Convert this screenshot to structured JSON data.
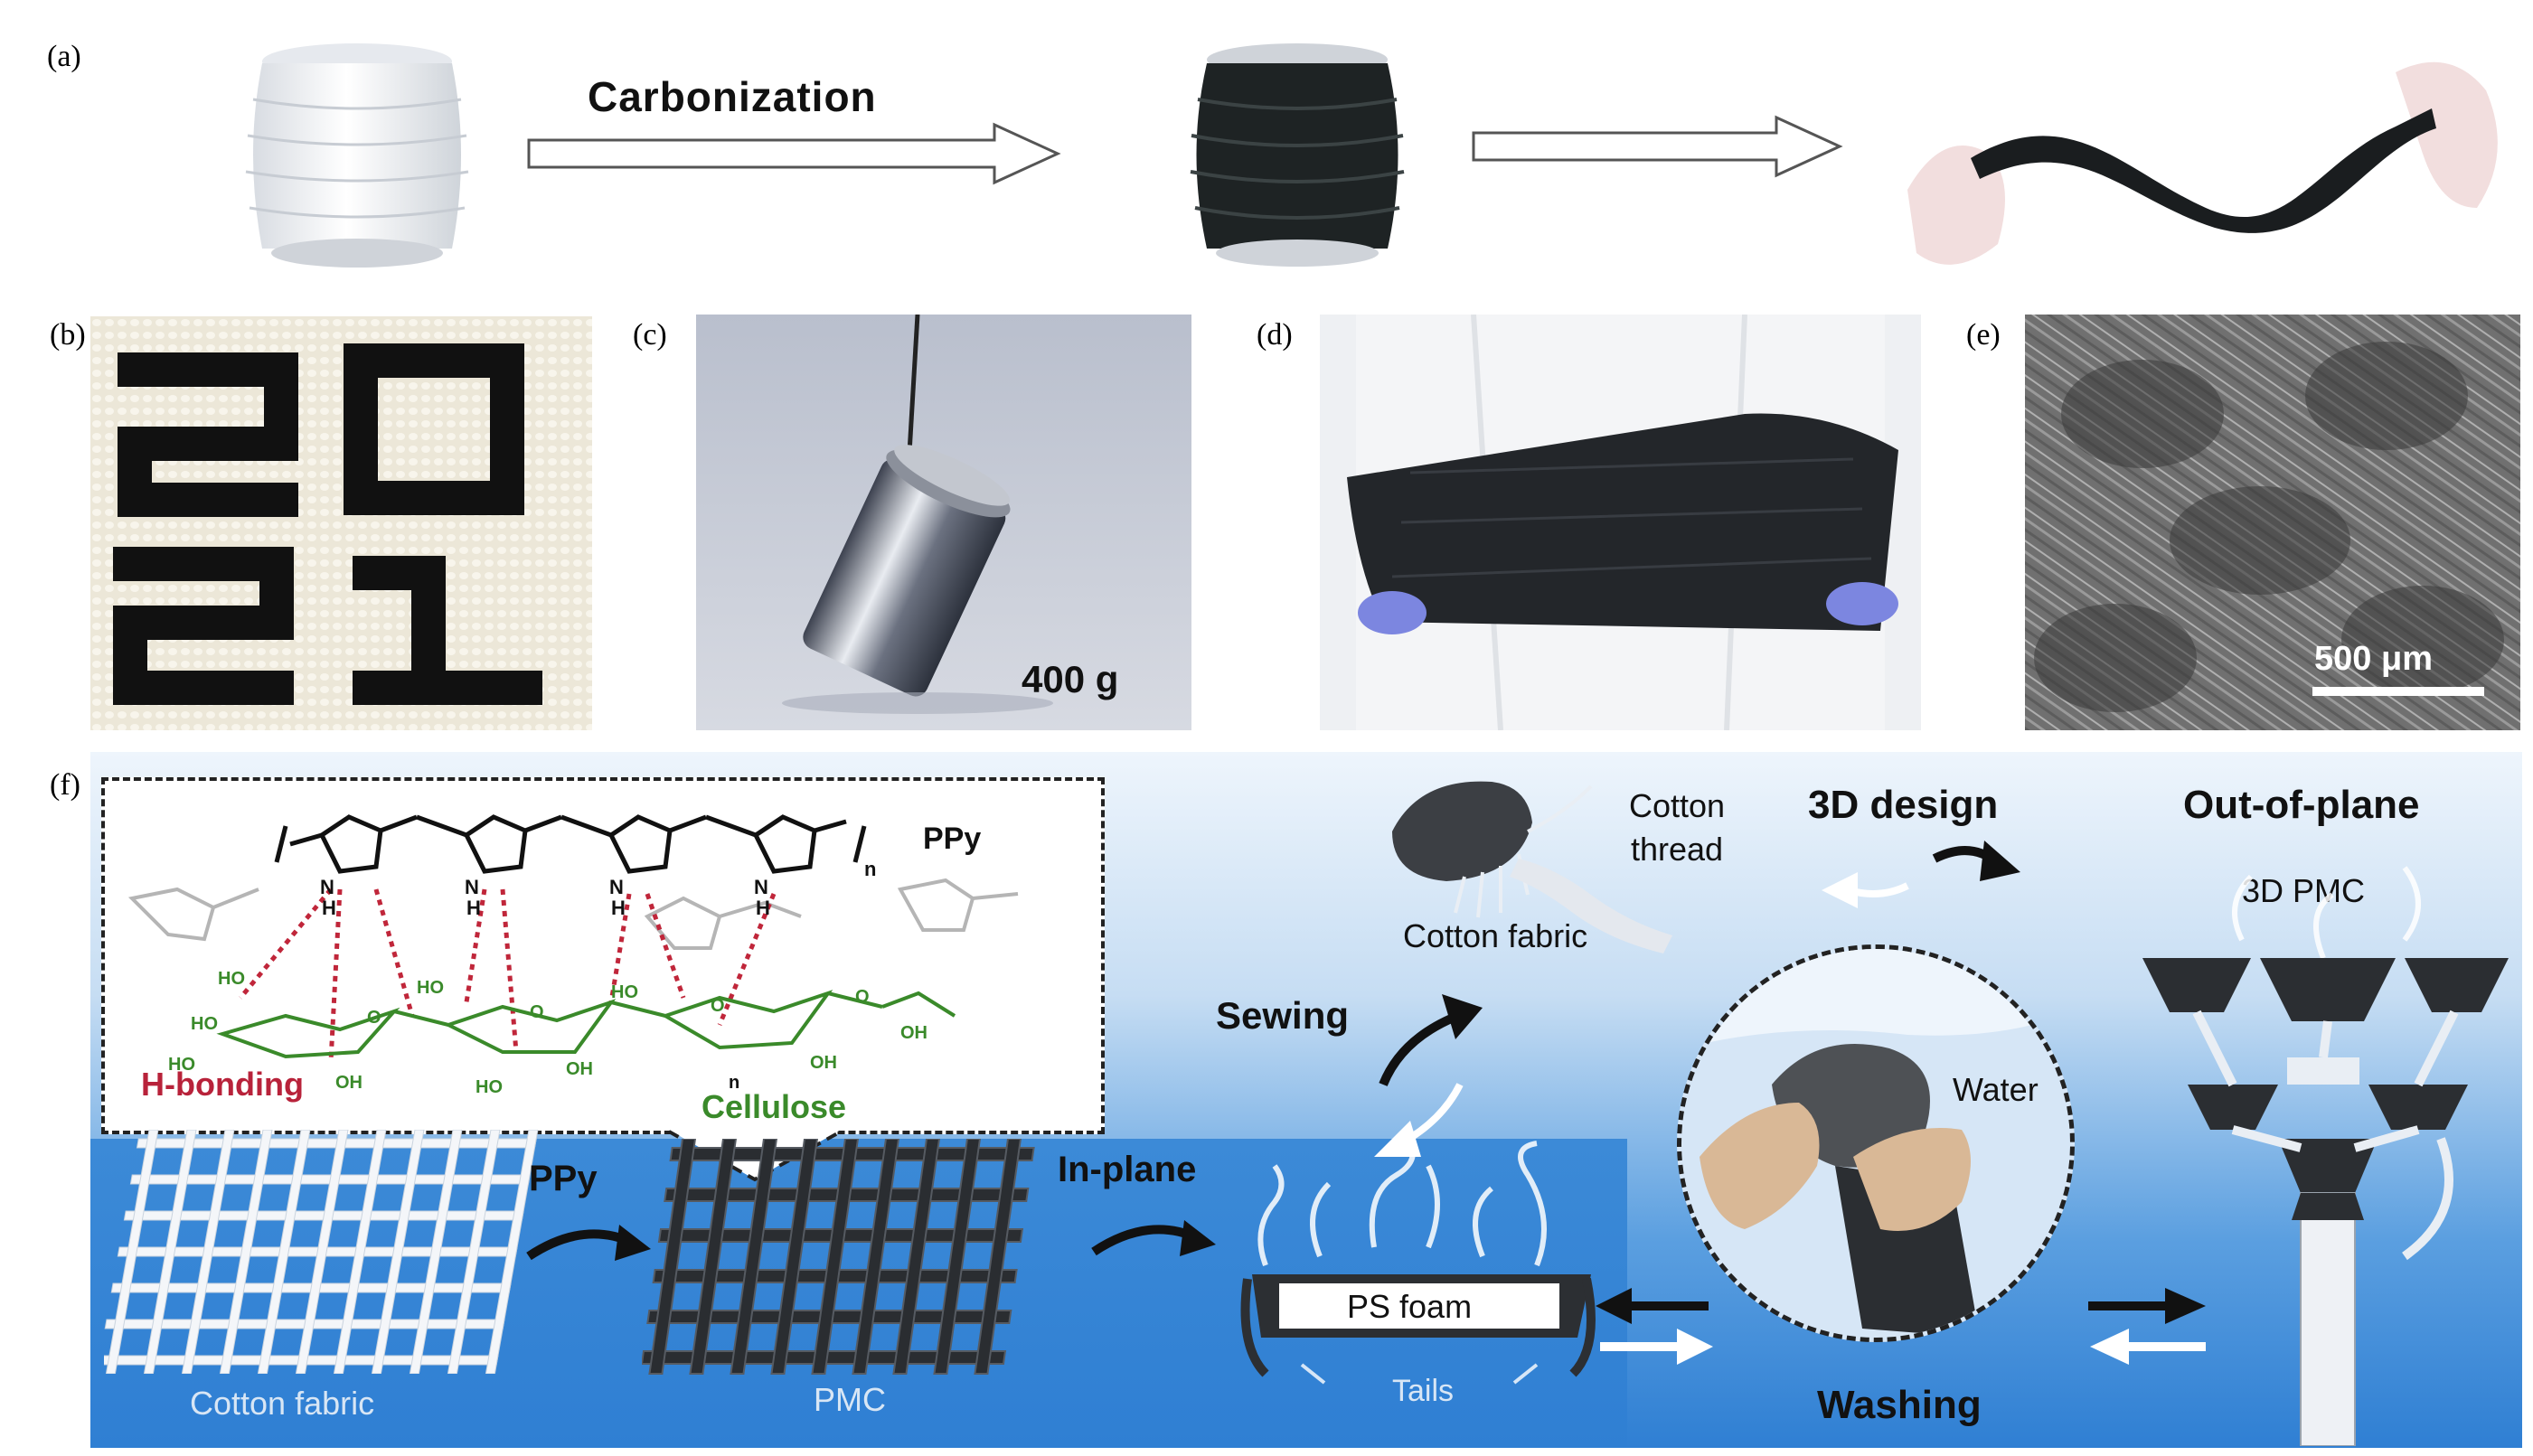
{
  "panels": {
    "a": "(a)",
    "b": "(b)",
    "c": "(c)",
    "d": "(d)",
    "e": "(e)",
    "f": "(f)"
  },
  "row_a": {
    "arrow1_label": "Carbonization"
  },
  "panel_b": {
    "digits_top": "20",
    "digits_bottom": "21"
  },
  "panel_c": {
    "weight_label": "400 g"
  },
  "panel_e": {
    "scale_label": "500 μm"
  },
  "panel_f": {
    "ppy_label": "PPy",
    "n1": "n",
    "n2": "n",
    "hbond_label": "H-bonding",
    "cellulose_label": "Cellulose",
    "oh_labels": [
      "HO",
      "HO",
      "HO",
      "HO",
      "HO",
      "HO",
      "OH",
      "OH",
      "OH",
      "OH",
      "O",
      "O",
      "O",
      "O"
    ],
    "nh_labels": [
      "N",
      "N",
      "N",
      "N"
    ],
    "h_labels": [
      "H",
      "H",
      "H",
      "H"
    ],
    "arrow_ppy": "PPy",
    "cotton_fabric": "Cotton fabric",
    "pmc": "PMC",
    "in_plane": "In-plane",
    "sewing": "Sewing",
    "cotton_thread": "Cotton\nthread",
    "cotton_fabric_top": "Cotton fabric",
    "design_3d": "3D design",
    "out_of_plane": "Out-of-plane",
    "pmc_3d": "3D PMC",
    "water": "Water",
    "ps_foam": "PS foam",
    "tails": "Tails",
    "washing": "Washing"
  }
}
